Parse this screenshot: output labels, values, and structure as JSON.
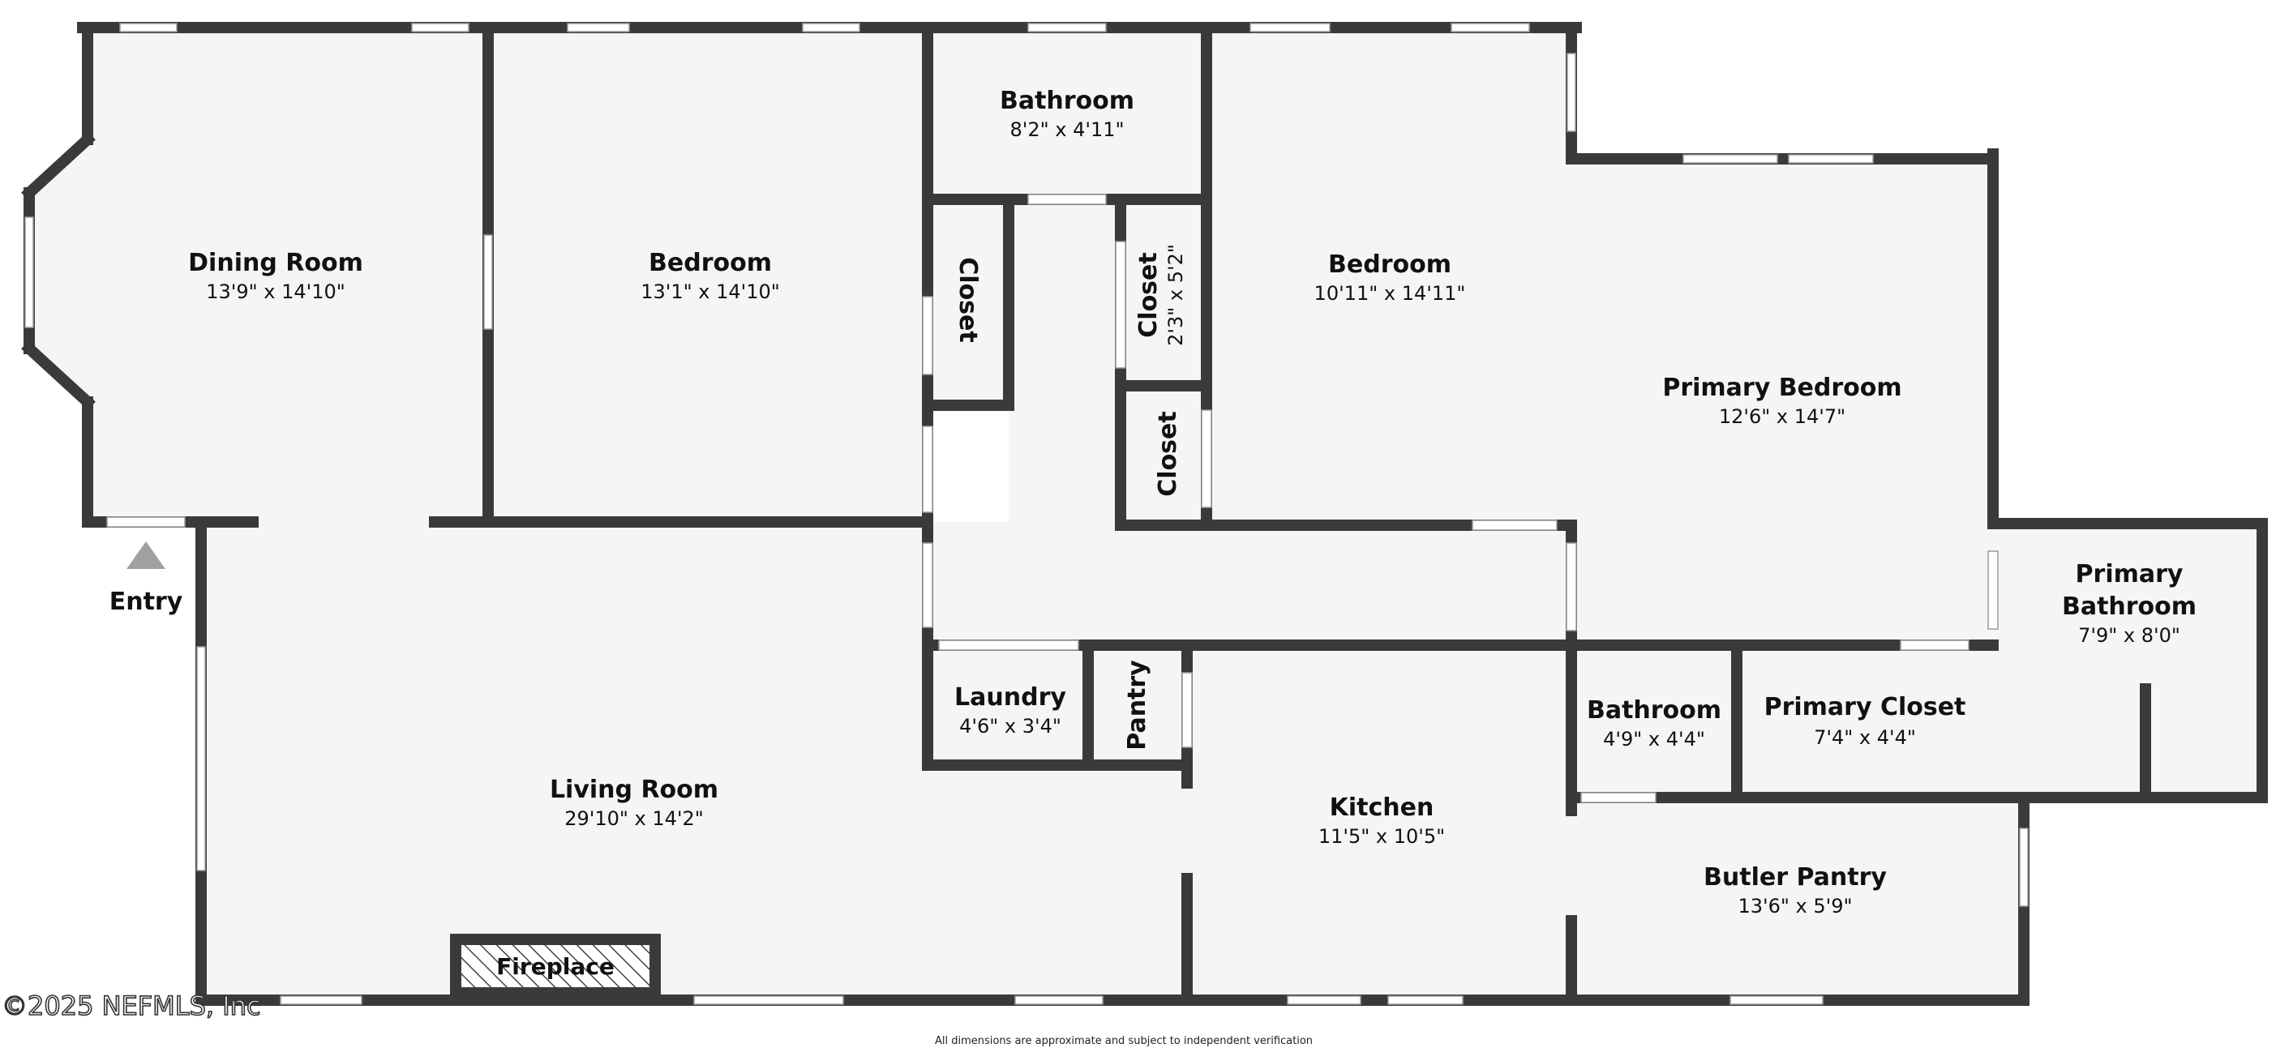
{
  "rooms": {
    "dining_room": {
      "name": "Dining Room",
      "dims": "13'9\" x 14'10\""
    },
    "bedroom_1": {
      "name": "Bedroom",
      "dims": "13'1\" x 14'10\""
    },
    "bathroom_1": {
      "name": "Bathroom",
      "dims": "8'2\" x 4'11\""
    },
    "closet_1": {
      "name": "Closet"
    },
    "closet_2": {
      "name": "Closet",
      "dims": "2'3\" x 5'2\""
    },
    "closet_3": {
      "name": "Closet"
    },
    "bedroom_2": {
      "name": "Bedroom",
      "dims": "10'11\" x 14'11\""
    },
    "primary_bedroom": {
      "name": "Primary Bedroom",
      "dims": "12'6\" x 14'7\""
    },
    "primary_bathroom": {
      "name_line1": "Primary",
      "name_line2": "Bathroom",
      "dims": "7'9\" x 8'0\""
    },
    "laundry": {
      "name": "Laundry",
      "dims": "4'6\" x 3'4\""
    },
    "pantry": {
      "name": "Pantry"
    },
    "living_room": {
      "name": "Living Room",
      "dims": "29'10\" x 14'2\""
    },
    "kitchen": {
      "name": "Kitchen",
      "dims": "11'5\" x 10'5\""
    },
    "bathroom_2": {
      "name": "Bathroom",
      "dims": "4'9\" x 4'4\""
    },
    "primary_closet": {
      "name": "Primary Closet",
      "dims": "7'4\" x 4'4\""
    },
    "butler_pantry": {
      "name": "Butler Pantry",
      "dims": "13'6\" x 5'9\""
    }
  },
  "entry": {
    "label": "Entry"
  },
  "fireplace": {
    "label": "Fireplace"
  },
  "copyright": "©2025 NEFMLS, Inc",
  "disclaimer": "All dimensions are approximate and subject to independent verification",
  "colors": {
    "wall": "#3a3a3a",
    "floor": "#f5f5f5",
    "window": "#ffffff",
    "entry_marker": "#a0a0a0"
  }
}
